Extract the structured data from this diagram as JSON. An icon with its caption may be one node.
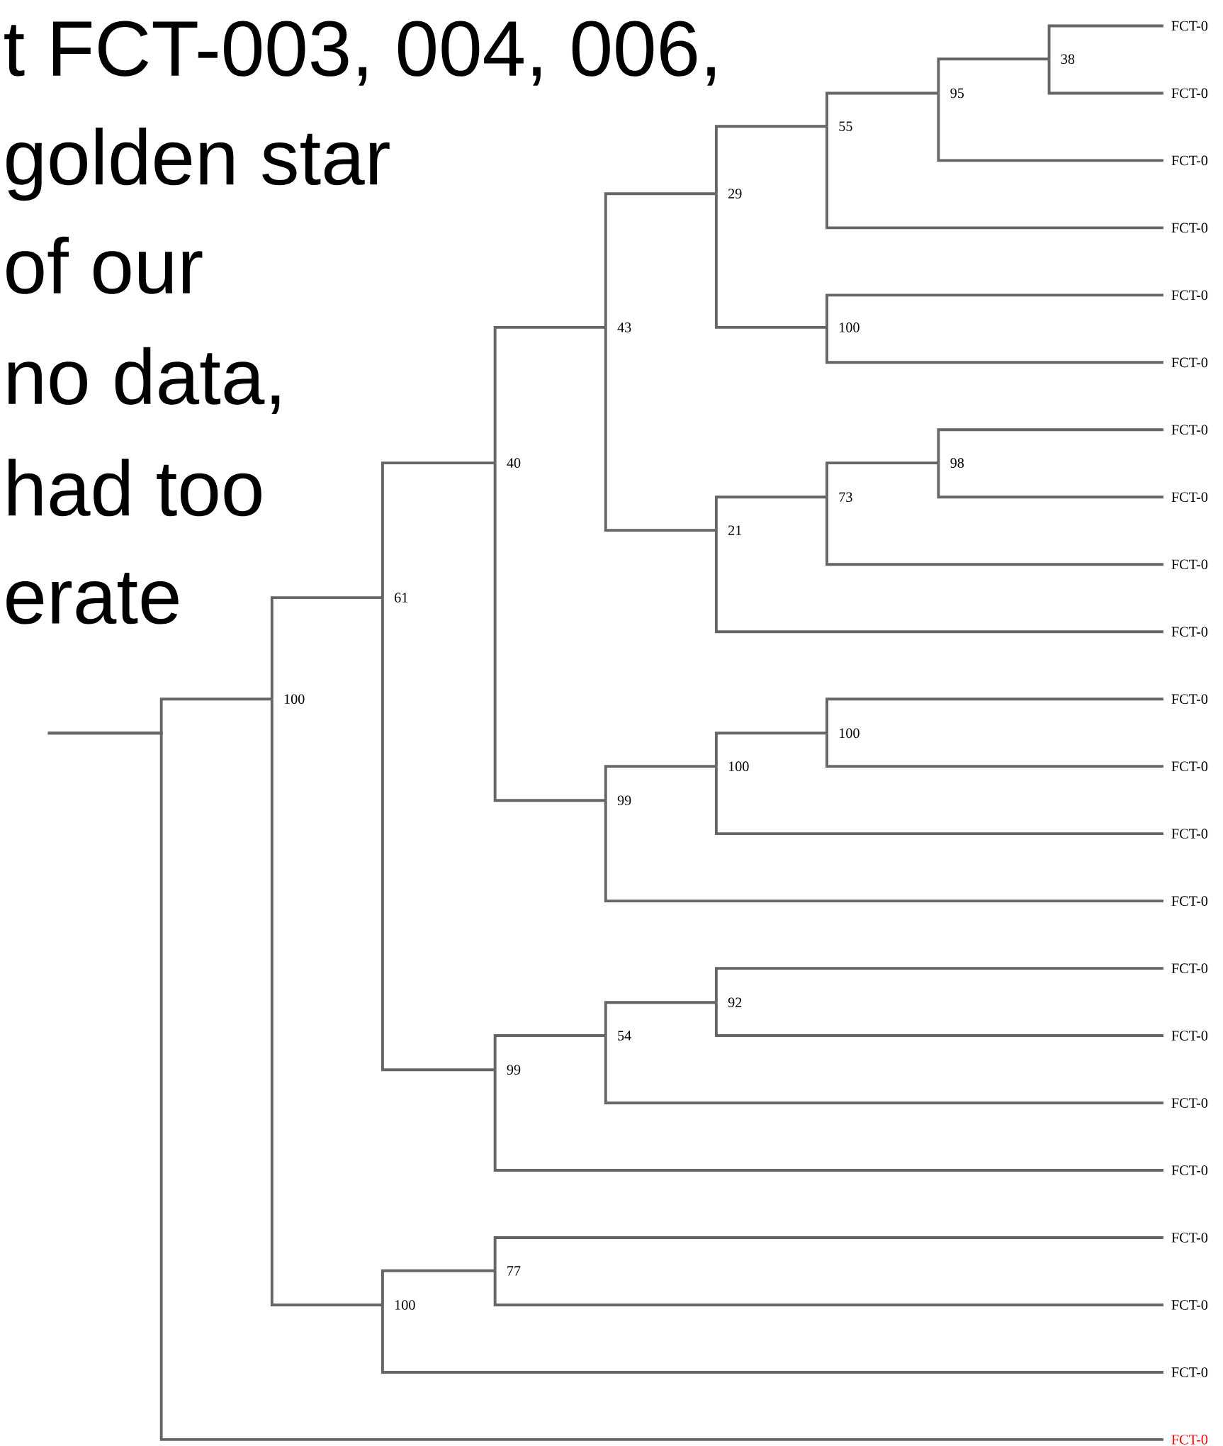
{
  "diagram": {
    "nodes": [
      {
        "text": [
          "100"
        ]
      },
      {
        "text": [
          "61"
        ]
      },
      {
        "text": [
          "40"
        ]
      },
      {
        "text": [
          "43"
        ]
      },
      {
        "text": [
          "29"
        ]
      },
      {
        "text": [
          "55"
        ]
      },
      {
        "text": [
          "95"
        ]
      },
      {
        "text": [
          "38"
        ]
      },
      {
        "text": [
          "100"
        ]
      },
      {
        "text": [
          "21"
        ]
      },
      {
        "text": [
          "73"
        ]
      },
      {
        "text": [
          "98"
        ]
      },
      {
        "text": [
          "99"
        ]
      },
      {
        "text": [
          "100"
        ]
      },
      {
        "text": [
          "100"
        ]
      },
      {
        "text": [
          "99"
        ]
      },
      {
        "text": [
          "54"
        ]
      },
      {
        "text": [
          "92"
        ]
      },
      {
        "text": [
          "100"
        ]
      },
      {
        "text": [
          "77"
        ]
      },
      {
        "text": [
          "FCT-0"
        ]
      },
      {
        "text": [
          "FCT-0"
        ]
      },
      {
        "text": [
          "FCT-0"
        ]
      },
      {
        "text": [
          "FCT-0"
        ]
      },
      {
        "text": [
          "FCT-0"
        ]
      },
      {
        "text": [
          "FCT-0"
        ]
      },
      {
        "text": [
          "FCT-0"
        ]
      },
      {
        "text": [
          "FCT-0"
        ]
      },
      {
        "text": [
          "FCT-0"
        ]
      },
      {
        "text": [
          "FCT-0"
        ]
      },
      {
        "text": [
          "FCT-0"
        ]
      },
      {
        "text": [
          "FCT-0"
        ]
      },
      {
        "text": [
          "FCT-0"
        ]
      },
      {
        "text": [
          "FCT-0"
        ]
      },
      {
        "text": [
          "FCT-0"
        ]
      },
      {
        "text": [
          "FCT-0"
        ]
      },
      {
        "text": [
          "FCT-0"
        ]
      },
      {
        "text": [
          "FCT-0"
        ]
      },
      {
        "text": [
          "FCT-0"
        ]
      },
      {
        "text": [
          "FCT-0"
        ]
      },
      {
        "text": [
          "FCT-0"
        ]
      },
      {
        "text": [
          "FCT-0"
        ]
      }
    ],
    "edges": [
      {
        "from": null,
        "to": 0,
        "arrow": "none"
      },
      {
        "from": null,
        "to": 41,
        "arrow": "none"
      },
      {
        "from": 0,
        "to": 1,
        "arrow": "none"
      },
      {
        "from": 0,
        "to": 18,
        "arrow": "none"
      },
      {
        "from": 1,
        "to": 2,
        "arrow": "none"
      },
      {
        "from": 1,
        "to": 15,
        "arrow": "none"
      },
      {
        "from": 2,
        "to": 3,
        "arrow": "none"
      },
      {
        "from": 2,
        "to": 12,
        "arrow": "none"
      },
      {
        "from": 3,
        "to": 4,
        "arrow": "none"
      },
      {
        "from": 3,
        "to": 9,
        "arrow": "none"
      },
      {
        "from": 4,
        "to": 5,
        "arrow": "none"
      },
      {
        "from": 4,
        "to": 8,
        "arrow": "none"
      },
      {
        "from": 5,
        "to": 6,
        "arrow": "none"
      },
      {
        "from": 5,
        "to": 23,
        "arrow": "none"
      },
      {
        "from": 6,
        "to": 7,
        "arrow": "none"
      },
      {
        "from": 6,
        "to": 22,
        "arrow": "none"
      },
      {
        "from": 7,
        "to": 20,
        "arrow": "none"
      },
      {
        "from": 7,
        "to": 21,
        "arrow": "none"
      },
      {
        "from": 8,
        "to": 24,
        "arrow": "none"
      },
      {
        "from": 8,
        "to": 25,
        "arrow": "none"
      },
      {
        "from": 9,
        "to": 10,
        "arrow": "none"
      },
      {
        "from": 9,
        "to": 29,
        "arrow": "none"
      },
      {
        "from": 10,
        "to": 11,
        "arrow": "none"
      },
      {
        "from": 10,
        "to": 28,
        "arrow": "none"
      },
      {
        "from": 11,
        "to": 26,
        "arrow": "none"
      },
      {
        "from": 11,
        "to": 27,
        "arrow": "none"
      },
      {
        "from": 12,
        "to": 13,
        "arrow": "none"
      },
      {
        "from": 12,
        "to": 33,
        "arrow": "none"
      },
      {
        "from": 13,
        "to": 14,
        "arrow": "none"
      },
      {
        "from": 13,
        "to": 32,
        "arrow": "none"
      },
      {
        "from": 14,
        "to": 30,
        "arrow": "none"
      },
      {
        "from": 14,
        "to": 31,
        "arrow": "none"
      },
      {
        "from": 15,
        "to": 16,
        "arrow": "none"
      },
      {
        "from": 15,
        "to": 37,
        "arrow": "none"
      },
      {
        "from": 16,
        "to": 17,
        "arrow": "none"
      },
      {
        "from": 16,
        "to": 36,
        "arrow": "none"
      },
      {
        "from": 17,
        "to": 34,
        "arrow": "none"
      },
      {
        "from": 17,
        "to": 35,
        "arrow": "none"
      },
      {
        "from": 18,
        "to": 19,
        "arrow": "none"
      },
      {
        "from": 18,
        "to": 40,
        "arrow": "none"
      },
      {
        "from": 19,
        "to": 38,
        "arrow": "none"
      },
      {
        "from": 19,
        "to": 39,
        "arrow": "none"
      }
    ],
    "labels": [
      "t FCT-003, 004, 006,",
      "golden star",
      "of our",
      "no data,",
      "had too",
      "erate"
    ]
  }
}
